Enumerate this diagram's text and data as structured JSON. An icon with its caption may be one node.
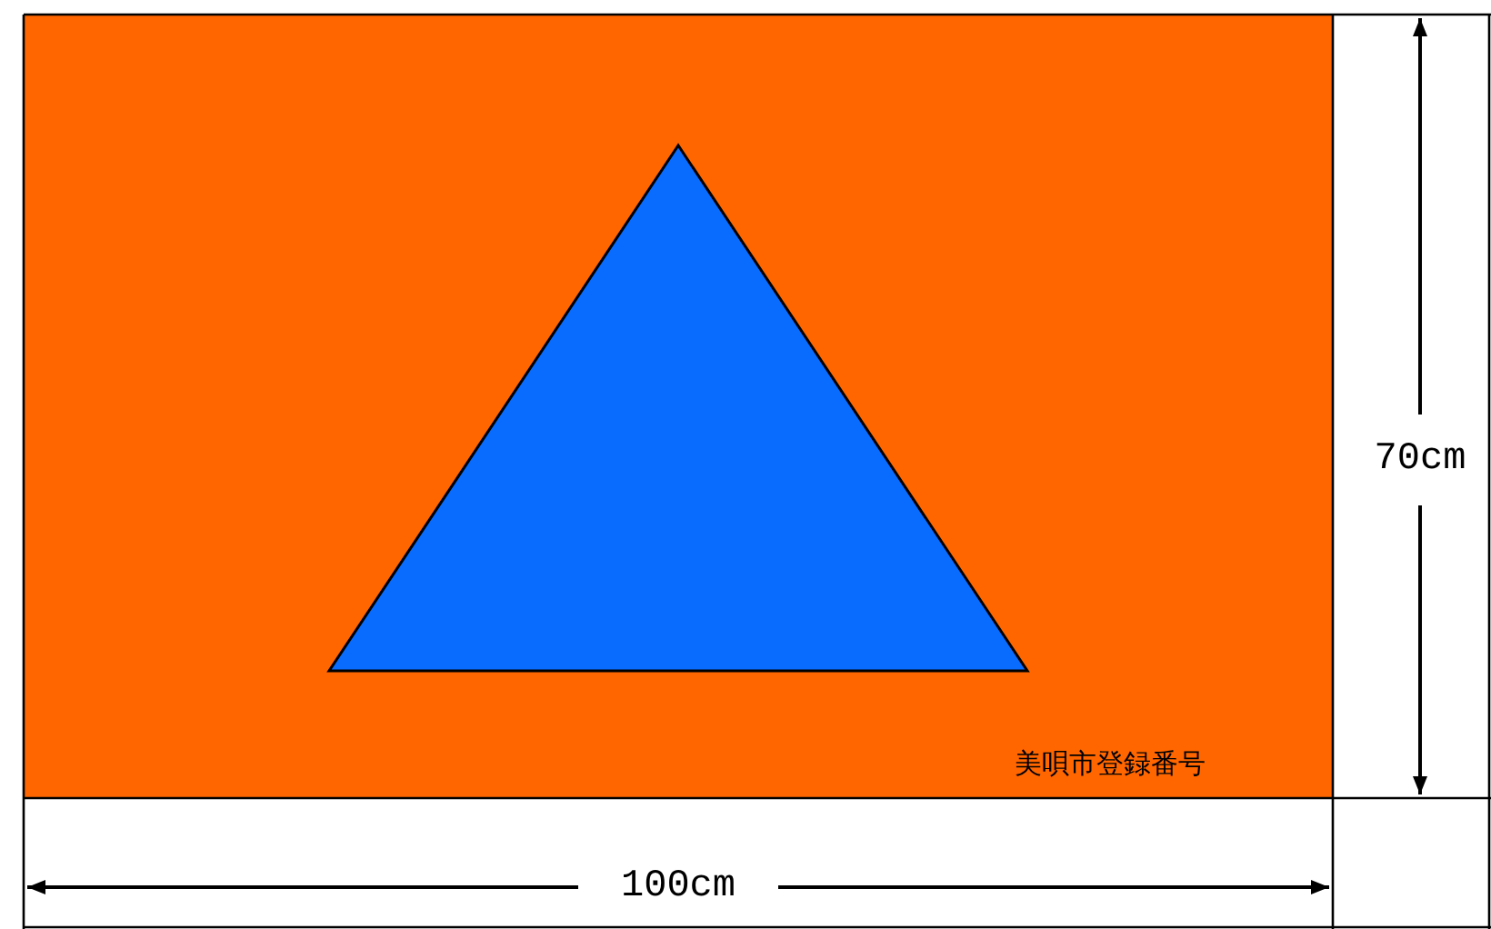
{
  "diagram": {
    "labels": [
      "美唄市登録番号",
      "70cm",
      "100cm"
    ]
  }
}
